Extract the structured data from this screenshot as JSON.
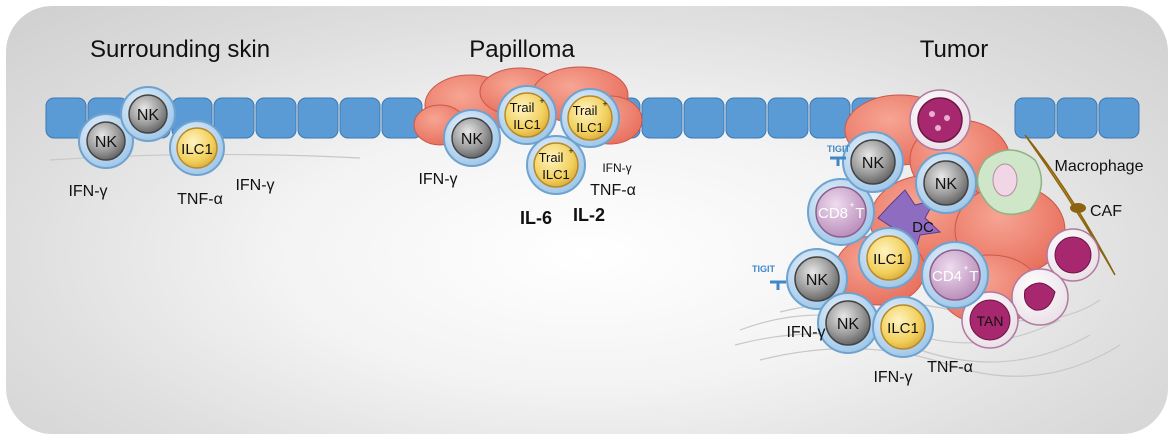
{
  "panels": {
    "skin": {
      "title": "Surrounding skin"
    },
    "papilloma": {
      "title": "Papilloma"
    },
    "tumor": {
      "title": "Tumor"
    }
  },
  "cells": {
    "nk": "NK",
    "ilc1": "ILC1",
    "trail_ilc1": "Trail",
    "trail_sup": "+",
    "cd8": "CD8",
    "cd4": "CD4",
    "t_sup": "+",
    "t_letter": "T",
    "dc": "DC",
    "tan": "TAN",
    "macrophage": "Macrophage",
    "caf": "CAF",
    "tigit": "TIGIT"
  },
  "cytokines": {
    "ifng": "IFN-γ",
    "tnfa": "TNF-α",
    "il6": "IL-6",
    "il2": "IL-2"
  },
  "colors": {
    "epithelium": "#5b9bd5",
    "tumor_mass": "#f08070",
    "nk": "#8c8c8c",
    "ilc1": "#f3d26b",
    "t_cell": "#c9a2c9",
    "neutrophil": "#a8286f",
    "macrophage": "#cfe6c8",
    "caf": "#d6a21e"
  }
}
